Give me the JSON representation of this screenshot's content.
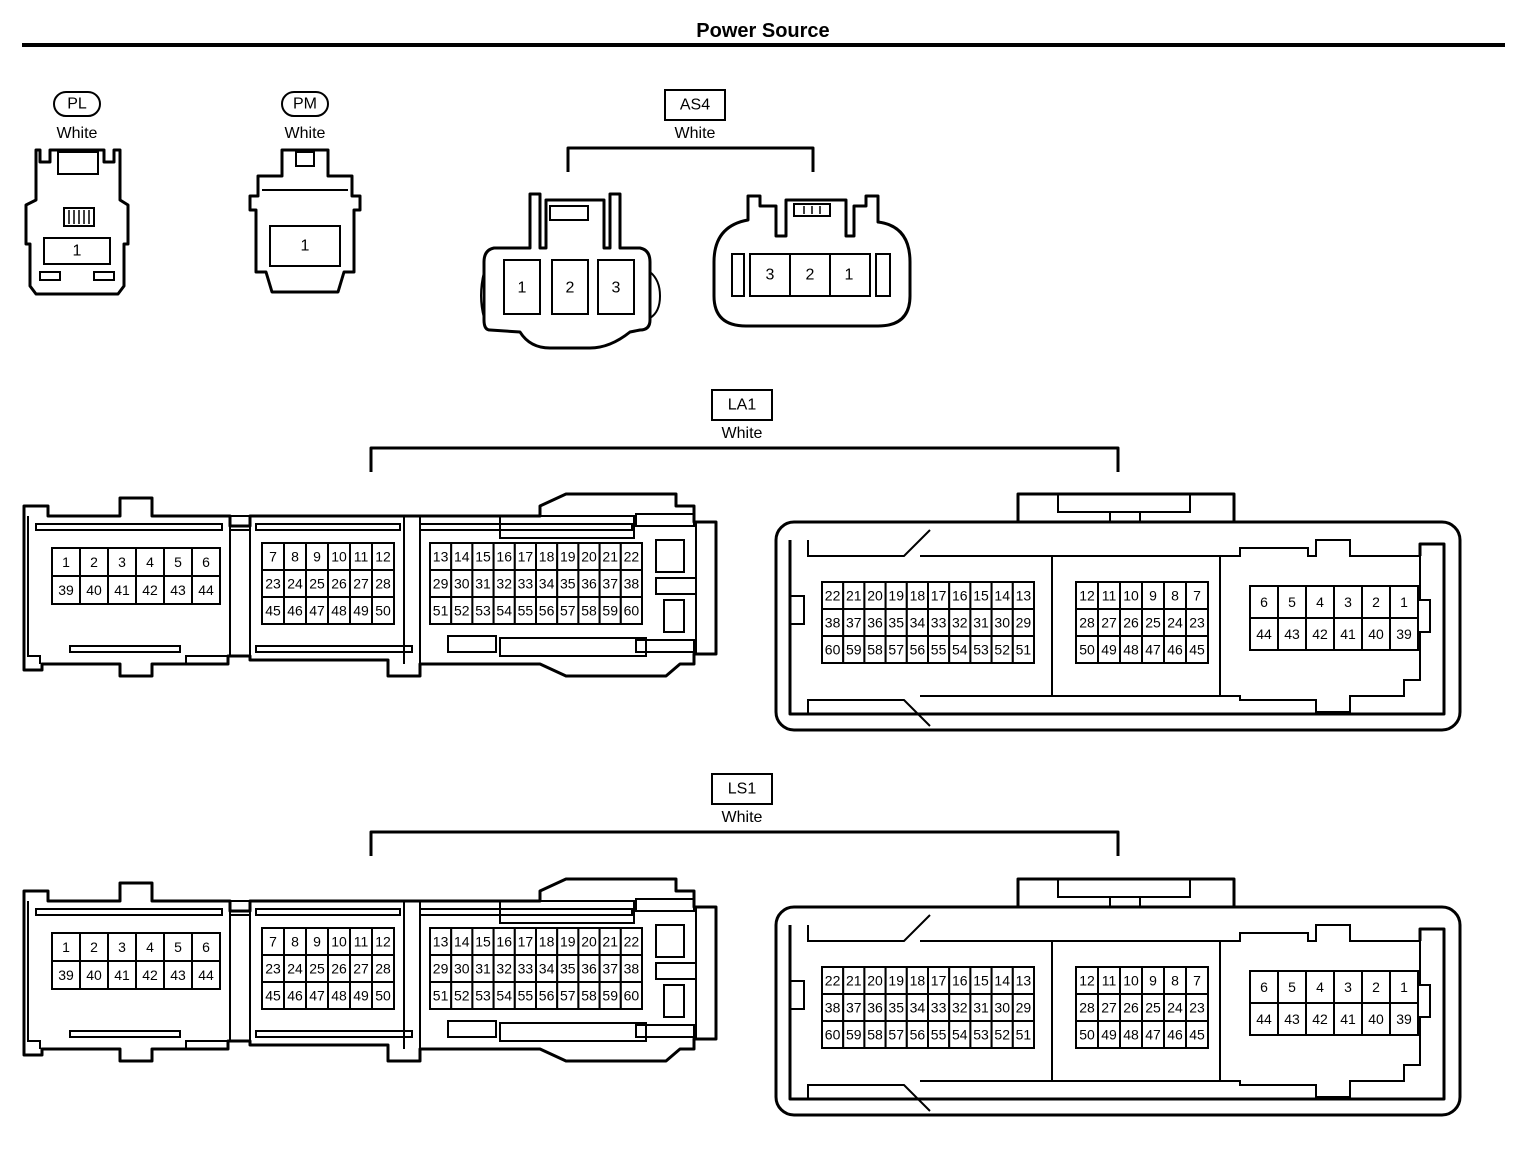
{
  "title": "Power Source",
  "connectors": {
    "PL": {
      "code": "PL",
      "color": "White",
      "pins": [
        "1"
      ]
    },
    "PM": {
      "code": "PM",
      "color": "White",
      "pins": [
        "1"
      ]
    },
    "AS4": {
      "code": "AS4",
      "color": "White",
      "left_pins": [
        "1",
        "2",
        "3"
      ],
      "right_pins": [
        "3",
        "2",
        "1"
      ]
    },
    "LA1": {
      "code": "LA1",
      "color": "White"
    },
    "LS1": {
      "code": "LS1",
      "color": "White"
    }
  },
  "multipin_left": {
    "groupA": [
      [
        "1",
        "2",
        "3",
        "4",
        "5",
        "6"
      ],
      [
        "39",
        "40",
        "41",
        "42",
        "43",
        "44"
      ]
    ],
    "groupB": [
      [
        "7",
        "8",
        "9",
        "10",
        "11",
        "12"
      ],
      [
        "23",
        "24",
        "25",
        "26",
        "27",
        "28"
      ],
      [
        "45",
        "46",
        "47",
        "48",
        "49",
        "50"
      ]
    ],
    "groupC": [
      [
        "13",
        "14",
        "15",
        "16",
        "17",
        "18",
        "19",
        "20",
        "21",
        "22"
      ],
      [
        "29",
        "30",
        "31",
        "32",
        "33",
        "34",
        "35",
        "36",
        "37",
        "38"
      ],
      [
        "51",
        "52",
        "53",
        "54",
        "55",
        "56",
        "57",
        "58",
        "59",
        "60"
      ]
    ]
  },
  "multipin_right": {
    "groupA": [
      [
        "22",
        "21",
        "20",
        "19",
        "18",
        "17",
        "16",
        "15",
        "14",
        "13"
      ],
      [
        "38",
        "37",
        "36",
        "35",
        "34",
        "33",
        "32",
        "31",
        "30",
        "29"
      ],
      [
        "60",
        "59",
        "58",
        "57",
        "56",
        "55",
        "54",
        "53",
        "52",
        "51"
      ]
    ],
    "groupB": [
      [
        "12",
        "11",
        "10",
        "9",
        "8",
        "7"
      ],
      [
        "28",
        "27",
        "26",
        "25",
        "24",
        "23"
      ],
      [
        "50",
        "49",
        "48",
        "47",
        "46",
        "45"
      ]
    ],
    "groupC": [
      [
        "6",
        "5",
        "4",
        "3",
        "2",
        "1"
      ],
      [
        "44",
        "43",
        "42",
        "41",
        "40",
        "39"
      ]
    ]
  }
}
